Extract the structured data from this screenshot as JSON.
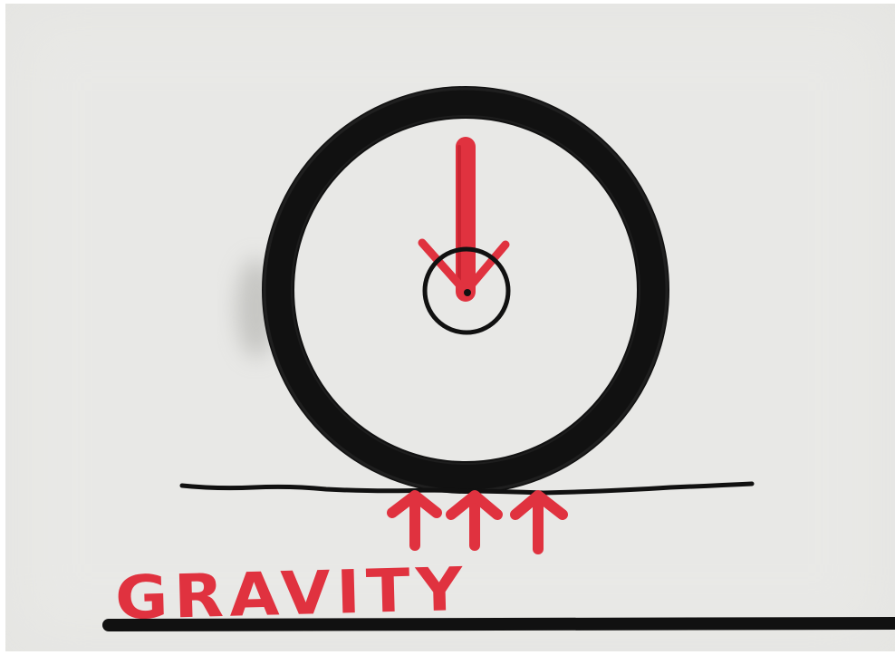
{
  "diagram": {
    "label": "GRAVITY",
    "colors": {
      "paper": "#e4e4e1",
      "ink": "#111111",
      "marker": "#e0323f",
      "smudge": "#b9b9b6"
    },
    "elements": [
      "wheel-rim",
      "wheel-hub",
      "downward-force-arrow",
      "ground-line",
      "upward-force-arrow",
      "upward-force-arrow",
      "upward-force-arrow",
      "base-line"
    ]
  }
}
